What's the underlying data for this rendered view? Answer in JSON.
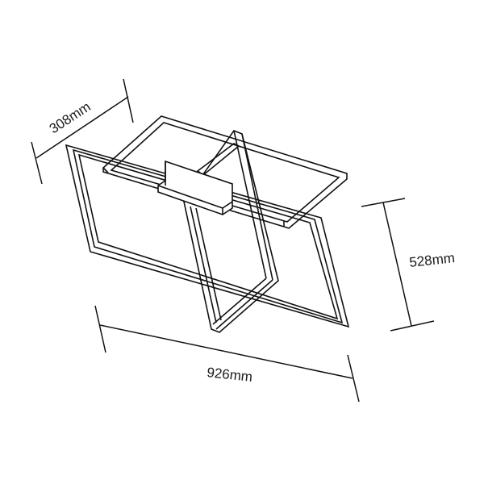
{
  "diagram": {
    "subject": "ceiling-light-frame-dimensions",
    "dimensions": {
      "depth": "308mm",
      "height": "528mm",
      "width": "926mm"
    },
    "colors": {
      "line": "#111111",
      "background": "#ffffff"
    }
  }
}
